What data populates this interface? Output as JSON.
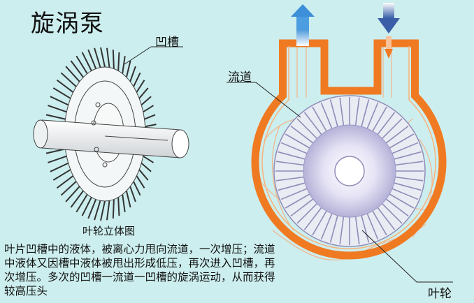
{
  "title": "旋涡泵",
  "labels": {
    "groove": "凹槽",
    "channel": "流道",
    "impeller": "叶轮",
    "impeller_3d": "叶轮立体图"
  },
  "description": "叶片凹槽中的液体，被离心力甩向流道，一次增压；流道中液体又因槽中液体被甩出形成低压，再次进入凹槽，再次增压。多次的凹槽一流道一凹槽的旋涡运动，从而获得较高压头",
  "colors": {
    "background": "#cdeeee",
    "casing": "#f07a22",
    "arrow_out": "#3c8fd8",
    "arrow_in": "#3a5fa8",
    "flow_lines": "#f2b48a",
    "impeller": "#b9b6d9"
  },
  "icons": [
    "outlet-arrow-icon",
    "inlet-arrow-icon"
  ]
}
